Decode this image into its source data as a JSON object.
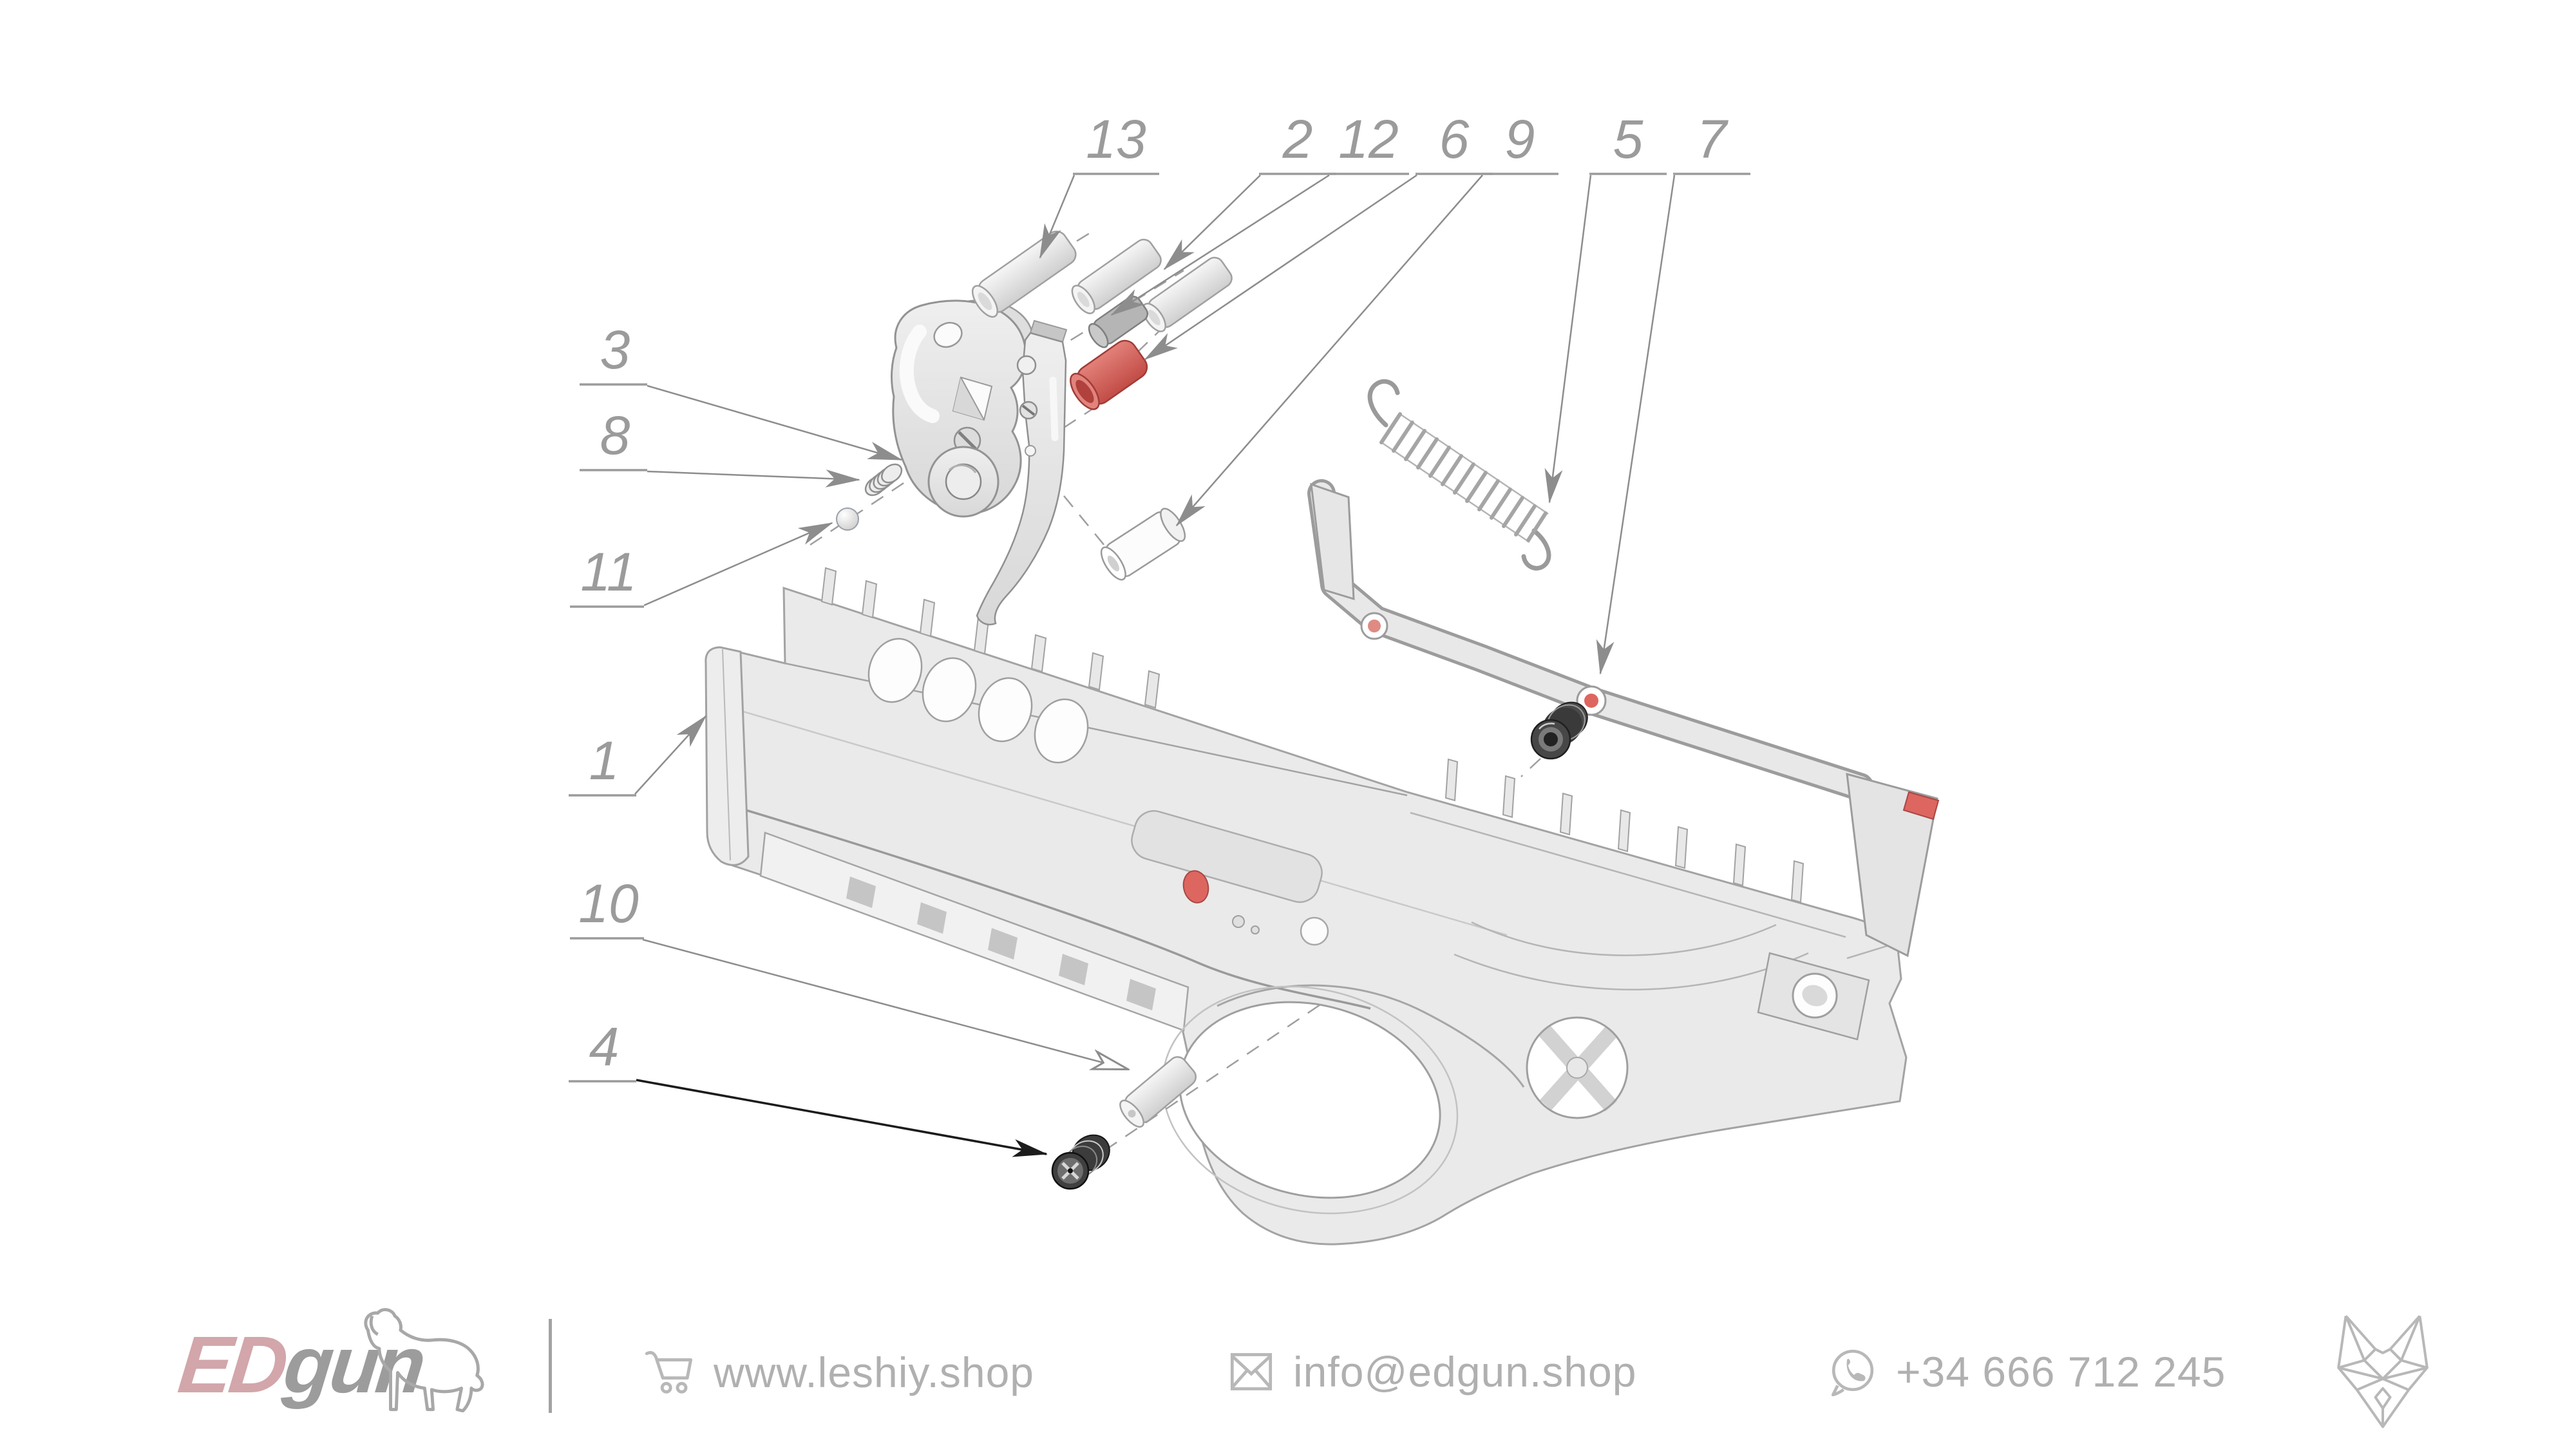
{
  "diagram": {
    "callouts": [
      {
        "id": "1",
        "label": "1"
      },
      {
        "id": "2",
        "label": "2"
      },
      {
        "id": "3",
        "label": "3"
      },
      {
        "id": "4",
        "label": "4"
      },
      {
        "id": "5",
        "label": "5"
      },
      {
        "id": "6",
        "label": "6"
      },
      {
        "id": "7",
        "label": "7"
      },
      {
        "id": "8",
        "label": "8"
      },
      {
        "id": "9",
        "label": "9"
      },
      {
        "id": "10",
        "label": "10"
      },
      {
        "id": "11",
        "label": "11"
      },
      {
        "id": "12",
        "label": "12"
      },
      {
        "id": "13",
        "label": "13"
      }
    ]
  },
  "footer": {
    "brand": {
      "ed": "ED",
      "gun": "gun"
    },
    "website": "www.leshiy.shop",
    "email": "info@edgun.shop",
    "phone": "+34 666 712 245"
  },
  "colors": {
    "accent_red": "#DD6660",
    "part_fill": "#EAEAEA",
    "outline_gray": "#A3A3A3",
    "label_gray": "#9B9B9B",
    "footer_text": "#B0B0B0",
    "brand_pink": "#D2A6AA",
    "dark_part": "#3D3D3D"
  }
}
